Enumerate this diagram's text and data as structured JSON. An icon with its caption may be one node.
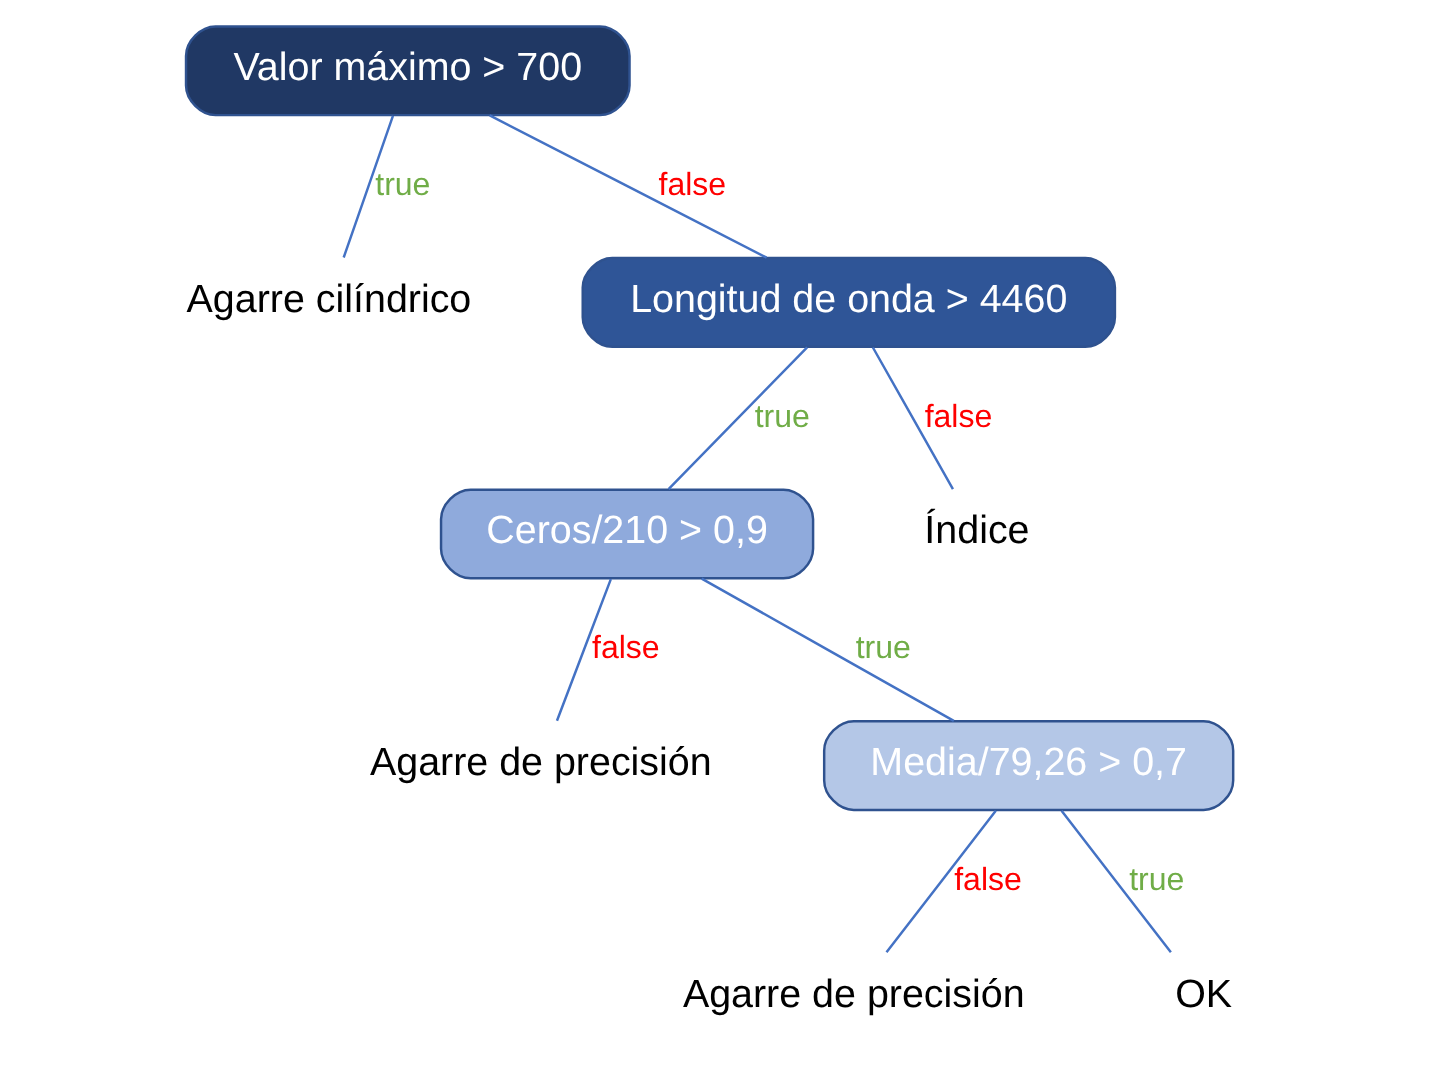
{
  "diagram": {
    "nodes": [
      {
        "text": [
          "Valor máximo > 700"
        ]
      },
      {
        "text": [
          "Agarre cilíndrico"
        ]
      },
      {
        "text": [
          "Longitud de onda > 4460"
        ]
      },
      {
        "text": [
          "Ceros/210 > 0,9"
        ]
      },
      {
        "text": [
          "Índice"
        ]
      },
      {
        "text": [
          "Agarre de precisión"
        ]
      },
      {
        "text": [
          "Media/79,26 > 0,7"
        ]
      },
      {
        "text": [
          "Agarre de precisión"
        ]
      },
      {
        "text": [
          "OK"
        ]
      }
    ],
    "edges": [
      {
        "from": 0,
        "to": 1,
        "arrow": "none",
        "label": "true"
      },
      {
        "from": 0,
        "to": 2,
        "arrow": "none",
        "label": "false"
      },
      {
        "from": 2,
        "to": 3,
        "arrow": "none",
        "label": "true"
      },
      {
        "from": 2,
        "to": 4,
        "arrow": "none",
        "label": "false"
      },
      {
        "from": 3,
        "to": 5,
        "arrow": "none",
        "label": "false"
      },
      {
        "from": 3,
        "to": 6,
        "arrow": "none",
        "label": "true"
      },
      {
        "from": 6,
        "to": 7,
        "arrow": "none",
        "label": "false"
      },
      {
        "from": 6,
        "to": 8,
        "arrow": "none",
        "label": "true"
      }
    ]
  }
}
